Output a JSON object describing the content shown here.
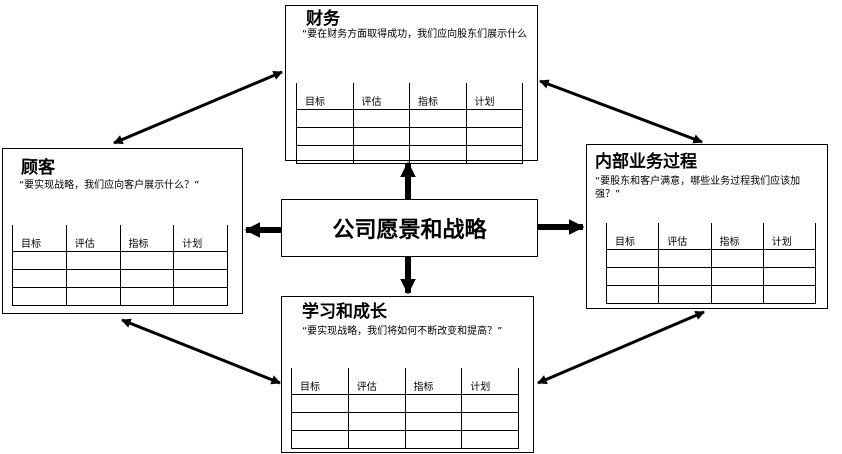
{
  "center": {
    "label": "公司愿景和战略"
  },
  "table_headers": [
    "目标",
    "评估",
    "指标",
    "计划"
  ],
  "table_body_rows": 3,
  "panels": {
    "finance": {
      "title": "财务",
      "question": "“要在财务方面取得成功，我们应向股东们展示什么"
    },
    "customer": {
      "title": "顾客",
      "question": "“要实现战略，我们应向客户展示什么？”"
    },
    "internal": {
      "title": "内部业务过程",
      "question": "“要股东和客户满意，哪些业务过程我们应该加强？”"
    },
    "learning": {
      "title": "学习和成长",
      "question": "“要实现战略，我们将如何不断改变和提高？”"
    }
  },
  "connections": [
    {
      "from": "center",
      "to": "finance",
      "type": "single-arrow"
    },
    {
      "from": "center",
      "to": "customer",
      "type": "single-arrow"
    },
    {
      "from": "center",
      "to": "internal",
      "type": "single-arrow"
    },
    {
      "from": "center",
      "to": "learning",
      "type": "single-arrow"
    },
    {
      "from": "customer",
      "to": "finance",
      "type": "double-arrow"
    },
    {
      "from": "finance",
      "to": "internal",
      "type": "double-arrow"
    },
    {
      "from": "customer",
      "to": "learning",
      "type": "double-arrow"
    },
    {
      "from": "learning",
      "to": "internal",
      "type": "double-arrow"
    }
  ]
}
